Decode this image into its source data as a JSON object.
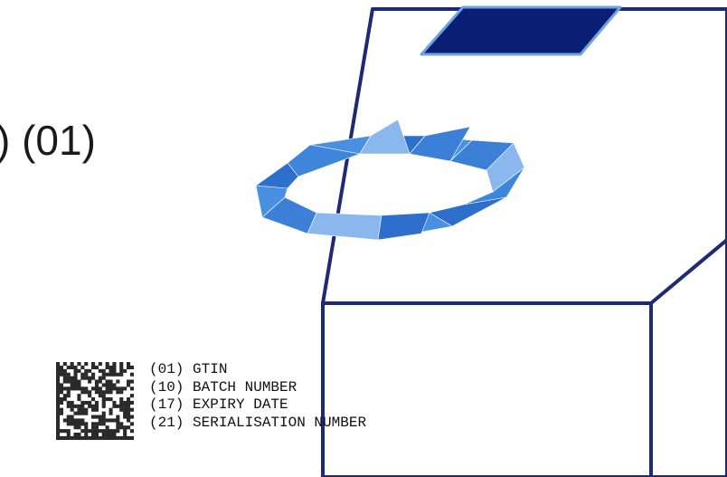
{
  "fragment_text": ") (01)",
  "legend_lines": [
    "(01) GTIN",
    "(10) BATCH NUMBER",
    "(17) EXPIRY DATE",
    "(21) SERIALISATION NUMBER"
  ],
  "colors": {
    "outline": "#1e2a78",
    "label_patch": "#0a1f73",
    "ring_light": "#8ab8ee",
    "ring_mid": "#4a90e2",
    "ring_dark": "#2f6fcc"
  },
  "icons": [
    "datamatrix-barcode-icon",
    "ring-logo-icon"
  ]
}
